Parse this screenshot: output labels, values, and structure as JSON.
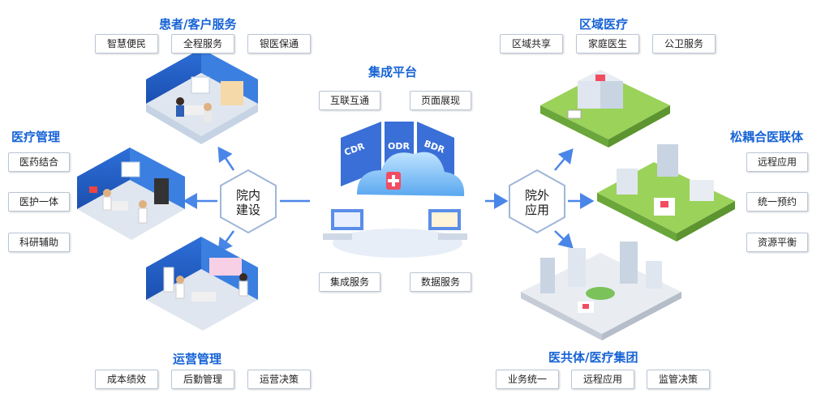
{
  "sections": {
    "patient": {
      "title": "患者/客户服务",
      "items": [
        "智慧便民",
        "全程服务",
        "银医保通"
      ]
    },
    "medical": {
      "title": "医疗管理",
      "items": [
        "医药结合",
        "医护一体",
        "科研辅助"
      ]
    },
    "operation": {
      "title": "运营管理",
      "items": [
        "成本绩效",
        "后勤管理",
        "运营决策"
      ]
    },
    "platform": {
      "title": "集成平台",
      "items": [
        "互联互通",
        "页面展现",
        "集成服务",
        "数据服务"
      ]
    },
    "regional": {
      "title": "区域医疗",
      "items": [
        "区域共享",
        "家庭医生",
        "公卫服务"
      ]
    },
    "alliance": {
      "title": "松耦合医联体",
      "items": [
        "远程应用",
        "统一预约",
        "资源平衡"
      ]
    },
    "community": {
      "title": "医共体/医疗集团",
      "items": [
        "业务统一",
        "远程应用",
        "监管决策"
      ]
    }
  },
  "hubs": {
    "inner": {
      "line1": "院内",
      "line2": "建设"
    },
    "outer": {
      "line1": "院外",
      "line2": "应用"
    }
  },
  "cloud_labels": [
    "CDR",
    "ODR",
    "BDR"
  ],
  "colors": {
    "title": "#1763d6",
    "connector": "#4a86e8",
    "hex_border": "#9fb6d8"
  }
}
